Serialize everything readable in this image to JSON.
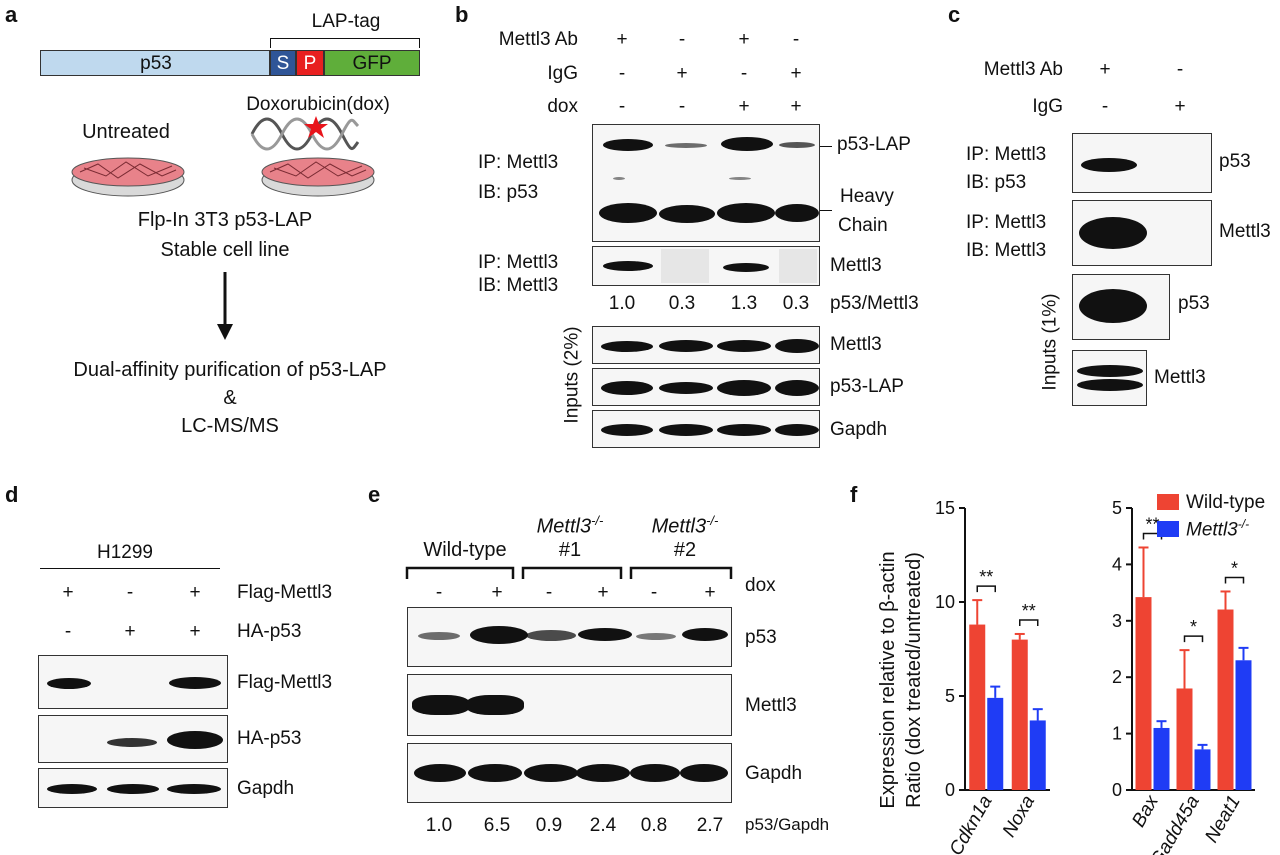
{
  "panel_a": {
    "label": "a",
    "construct": {
      "p53": "p53",
      "S": "S",
      "P": "P",
      "GFP": "GFP",
      "tag": "LAP-tag"
    },
    "drug": "Doxorubicin(dox)",
    "untreated": "Untreated",
    "cell_line_1": "Flp-In 3T3 p53-LAP",
    "cell_line_2": "Stable cell line",
    "purif_1": "Dual-affinity purification of p53-LAP",
    "purif_2": "&",
    "purif_3": "LC-MS/MS",
    "colors": {
      "p53": "#bfd9ee",
      "S": "#2f5597",
      "P": "#e82020",
      "GFP": "#5fae3a",
      "dish": "#e8828a",
      "star": "#e8141b"
    }
  },
  "panel_b": {
    "label": "b",
    "row_labels": [
      "Mettl3 Ab",
      "IgG",
      "dox"
    ],
    "signs": [
      [
        "+",
        "-",
        "+",
        "-"
      ],
      [
        "-",
        "+",
        "-",
        "+"
      ],
      [
        "-",
        "-",
        "+",
        "+"
      ]
    ],
    "ip1_a": "IP: Mettl3",
    "ip1_b": "IB: p53",
    "ip2_a": "IP: Mettl3",
    "ip2_b": "IB: Mettl3",
    "r_p53lap": "p53-LAP",
    "r_heavy_1": "Heavy",
    "r_heavy_2": "Chain",
    "r_mettl3": "Mettl3",
    "ratios": [
      "1.0",
      "0.3",
      "1.3",
      "0.3"
    ],
    "ratio_label": "p53/Mettl3",
    "inputs": "Inputs (2%)",
    "input_rows": [
      "Mettl3",
      "p53-LAP",
      "Gapdh"
    ]
  },
  "panel_c": {
    "label": "c",
    "row_labels": [
      "Mettl3 Ab",
      "IgG"
    ],
    "signs": [
      [
        "+",
        "-"
      ],
      [
        "-",
        "+"
      ]
    ],
    "ip1_a": "IP: Mettl3",
    "ip1_b": "IB: p53",
    "ip2_a": "IP: Mettl3",
    "ip2_b": "IB: Mettl3",
    "r_p53": "p53",
    "r_mettl3": "Mettl3",
    "inputs": "Inputs (1%)",
    "in_p53": "p53",
    "in_mettl3": "Mettl3"
  },
  "panel_d": {
    "label": "d",
    "cell": "H1299",
    "row_labels": [
      "Flag-Mettl3",
      "HA-p53"
    ],
    "signs": [
      [
        "+",
        "-",
        "+"
      ],
      [
        "-",
        "+",
        "+"
      ]
    ],
    "blot_rows": [
      "Flag-Mettl3",
      "HA-p53",
      "Gapdh"
    ]
  },
  "panel_e": {
    "label": "e",
    "group_wt": "Wild-type",
    "group_ko": "Mettl3",
    "group_sup": "-/-",
    "group_1": "#1",
    "group_2": "#2",
    "dox_signs": [
      "-",
      "+",
      "-",
      "+",
      "-",
      "+"
    ],
    "dox": "dox",
    "blot_rows": [
      "p53",
      "Mettl3",
      "Gapdh"
    ],
    "ratios": [
      "1.0",
      "6.5",
      "0.9",
      "2.4",
      "0.8",
      "2.7"
    ],
    "ratio_label": "p53/Gapdh"
  },
  "panel_f": {
    "label": "f",
    "ylabel_1": "Expression relative to β-actin",
    "ylabel_2": "Ratio (dox treated/untreated)",
    "legend": [
      "Wild-type",
      "Mettl3"
    ],
    "legend_sup": "-/-"
  },
  "chart_data": [
    {
      "type": "bar",
      "categories": [
        "Cdkn1a",
        "Noxa"
      ],
      "series": [
        {
          "name": "Wild-type",
          "values": [
            8.8,
            8.0
          ],
          "err": [
            1.3,
            0.3
          ],
          "color": "#ee4433"
        },
        {
          "name": "Mettl3-/-",
          "values": [
            4.9,
            3.7
          ],
          "err": [
            0.6,
            0.6
          ],
          "color": "#1f3cf5"
        }
      ],
      "ylim": [
        0,
        15
      ],
      "yticks": [
        "0",
        "5",
        "10",
        "15"
      ],
      "significance": [
        "**",
        "**"
      ]
    },
    {
      "type": "bar",
      "categories": [
        "Bax",
        "Gadd45a",
        "Neat1"
      ],
      "series": [
        {
          "name": "Wild-type",
          "values": [
            3.42,
            1.8,
            3.2
          ],
          "err": [
            0.88,
            0.68,
            0.32
          ],
          "color": "#ee4433"
        },
        {
          "name": "Mettl3-/-",
          "values": [
            1.1,
            0.72,
            2.3
          ],
          "err": [
            0.12,
            0.08,
            0.22
          ],
          "color": "#1f3cf5"
        }
      ],
      "ylim": [
        0,
        5
      ],
      "yticks": [
        "0",
        "1",
        "2",
        "3",
        "4",
        "5"
      ],
      "significance": [
        "**",
        "*",
        "*"
      ]
    }
  ]
}
